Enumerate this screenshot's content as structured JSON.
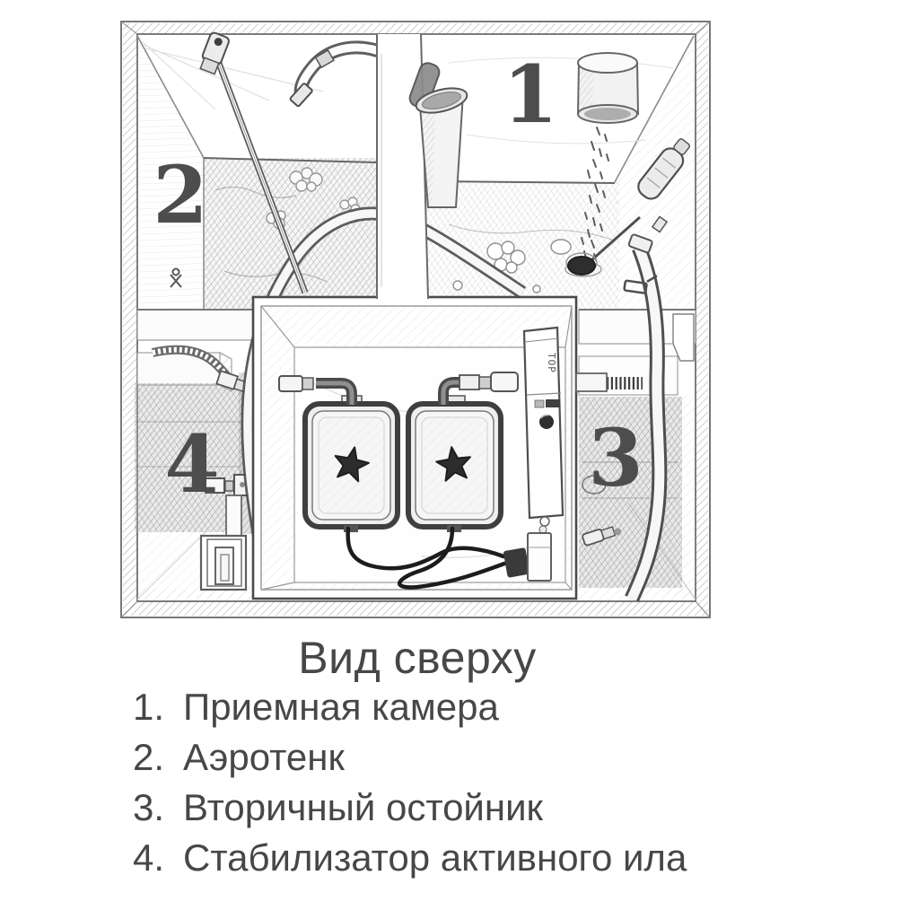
{
  "figure": {
    "chamber_labels": {
      "n1": "1",
      "n2": "2",
      "n3": "3",
      "n4": "4"
    },
    "control_unit_label": "ТОР"
  },
  "caption": {
    "title": "Вид сверху"
  },
  "legend": {
    "items": [
      {
        "num": "1.",
        "text": "Приемная камера"
      },
      {
        "num": "2.",
        "text": "Аэротенк"
      },
      {
        "num": "3.",
        "text": "Вторичный остойник"
      },
      {
        "num": "4.",
        "text": "Стабилизатор активного ила"
      }
    ]
  },
  "colors": {
    "ink": "#4a4a4a",
    "pencil": "#8a8a8a",
    "paper": "#ffffff"
  }
}
